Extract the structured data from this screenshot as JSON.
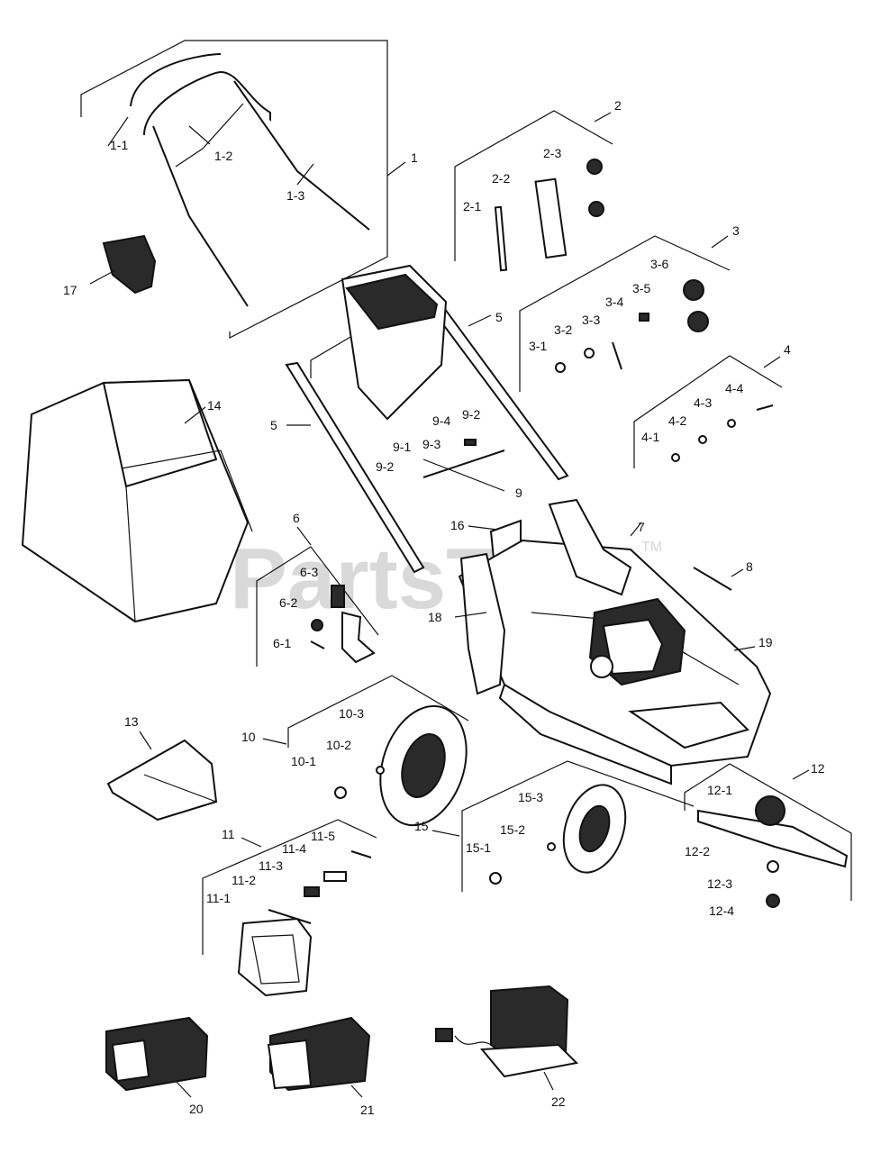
{
  "watermark": {
    "text": "PartsTree",
    "tm": "TM"
  },
  "labels": {
    "l1": "1",
    "l1_1": "1-1",
    "l1_2": "1-2",
    "l1_3": "1-3",
    "l2": "2",
    "l2_1": "2-1",
    "l2_2": "2-2",
    "l2_3": "2-3",
    "l3": "3",
    "l3_1": "3-1",
    "l3_2": "3-2",
    "l3_3": "3-3",
    "l3_4": "3-4",
    "l3_5": "3-5",
    "l3_6": "3-6",
    "l4": "4",
    "l4_1": "4-1",
    "l4_2": "4-2",
    "l4_3": "4-3",
    "l4_4": "4-4",
    "l5a": "5",
    "l5b": "5",
    "l6": "6",
    "l6_1": "6-1",
    "l6_2": "6-2",
    "l6_3": "6-3",
    "l7": "7",
    "l8": "8",
    "l9": "9",
    "l9_1": "9-1",
    "l9_2a": "9-2",
    "l9_2b": "9-2",
    "l9_3": "9-3",
    "l9_4": "9-4",
    "l10": "10",
    "l10_1": "10-1",
    "l10_2": "10-2",
    "l10_3": "10-3",
    "l11": "11",
    "l11_1": "11-1",
    "l11_2": "11-2",
    "l11_3": "11-3",
    "l11_4": "11-4",
    "l11_5": "11-5",
    "l12": "12",
    "l12_1": "12-1",
    "l12_2": "12-2",
    "l12_3": "12-3",
    "l12_4": "12-4",
    "l13": "13",
    "l14": "14",
    "l15": "15",
    "l15_1": "15-1",
    "l15_2": "15-2",
    "l15_3": "15-3",
    "l16": "16",
    "l17": "17",
    "l18": "18",
    "l19": "19",
    "l20": "20",
    "l21": "21",
    "l22": "22"
  }
}
